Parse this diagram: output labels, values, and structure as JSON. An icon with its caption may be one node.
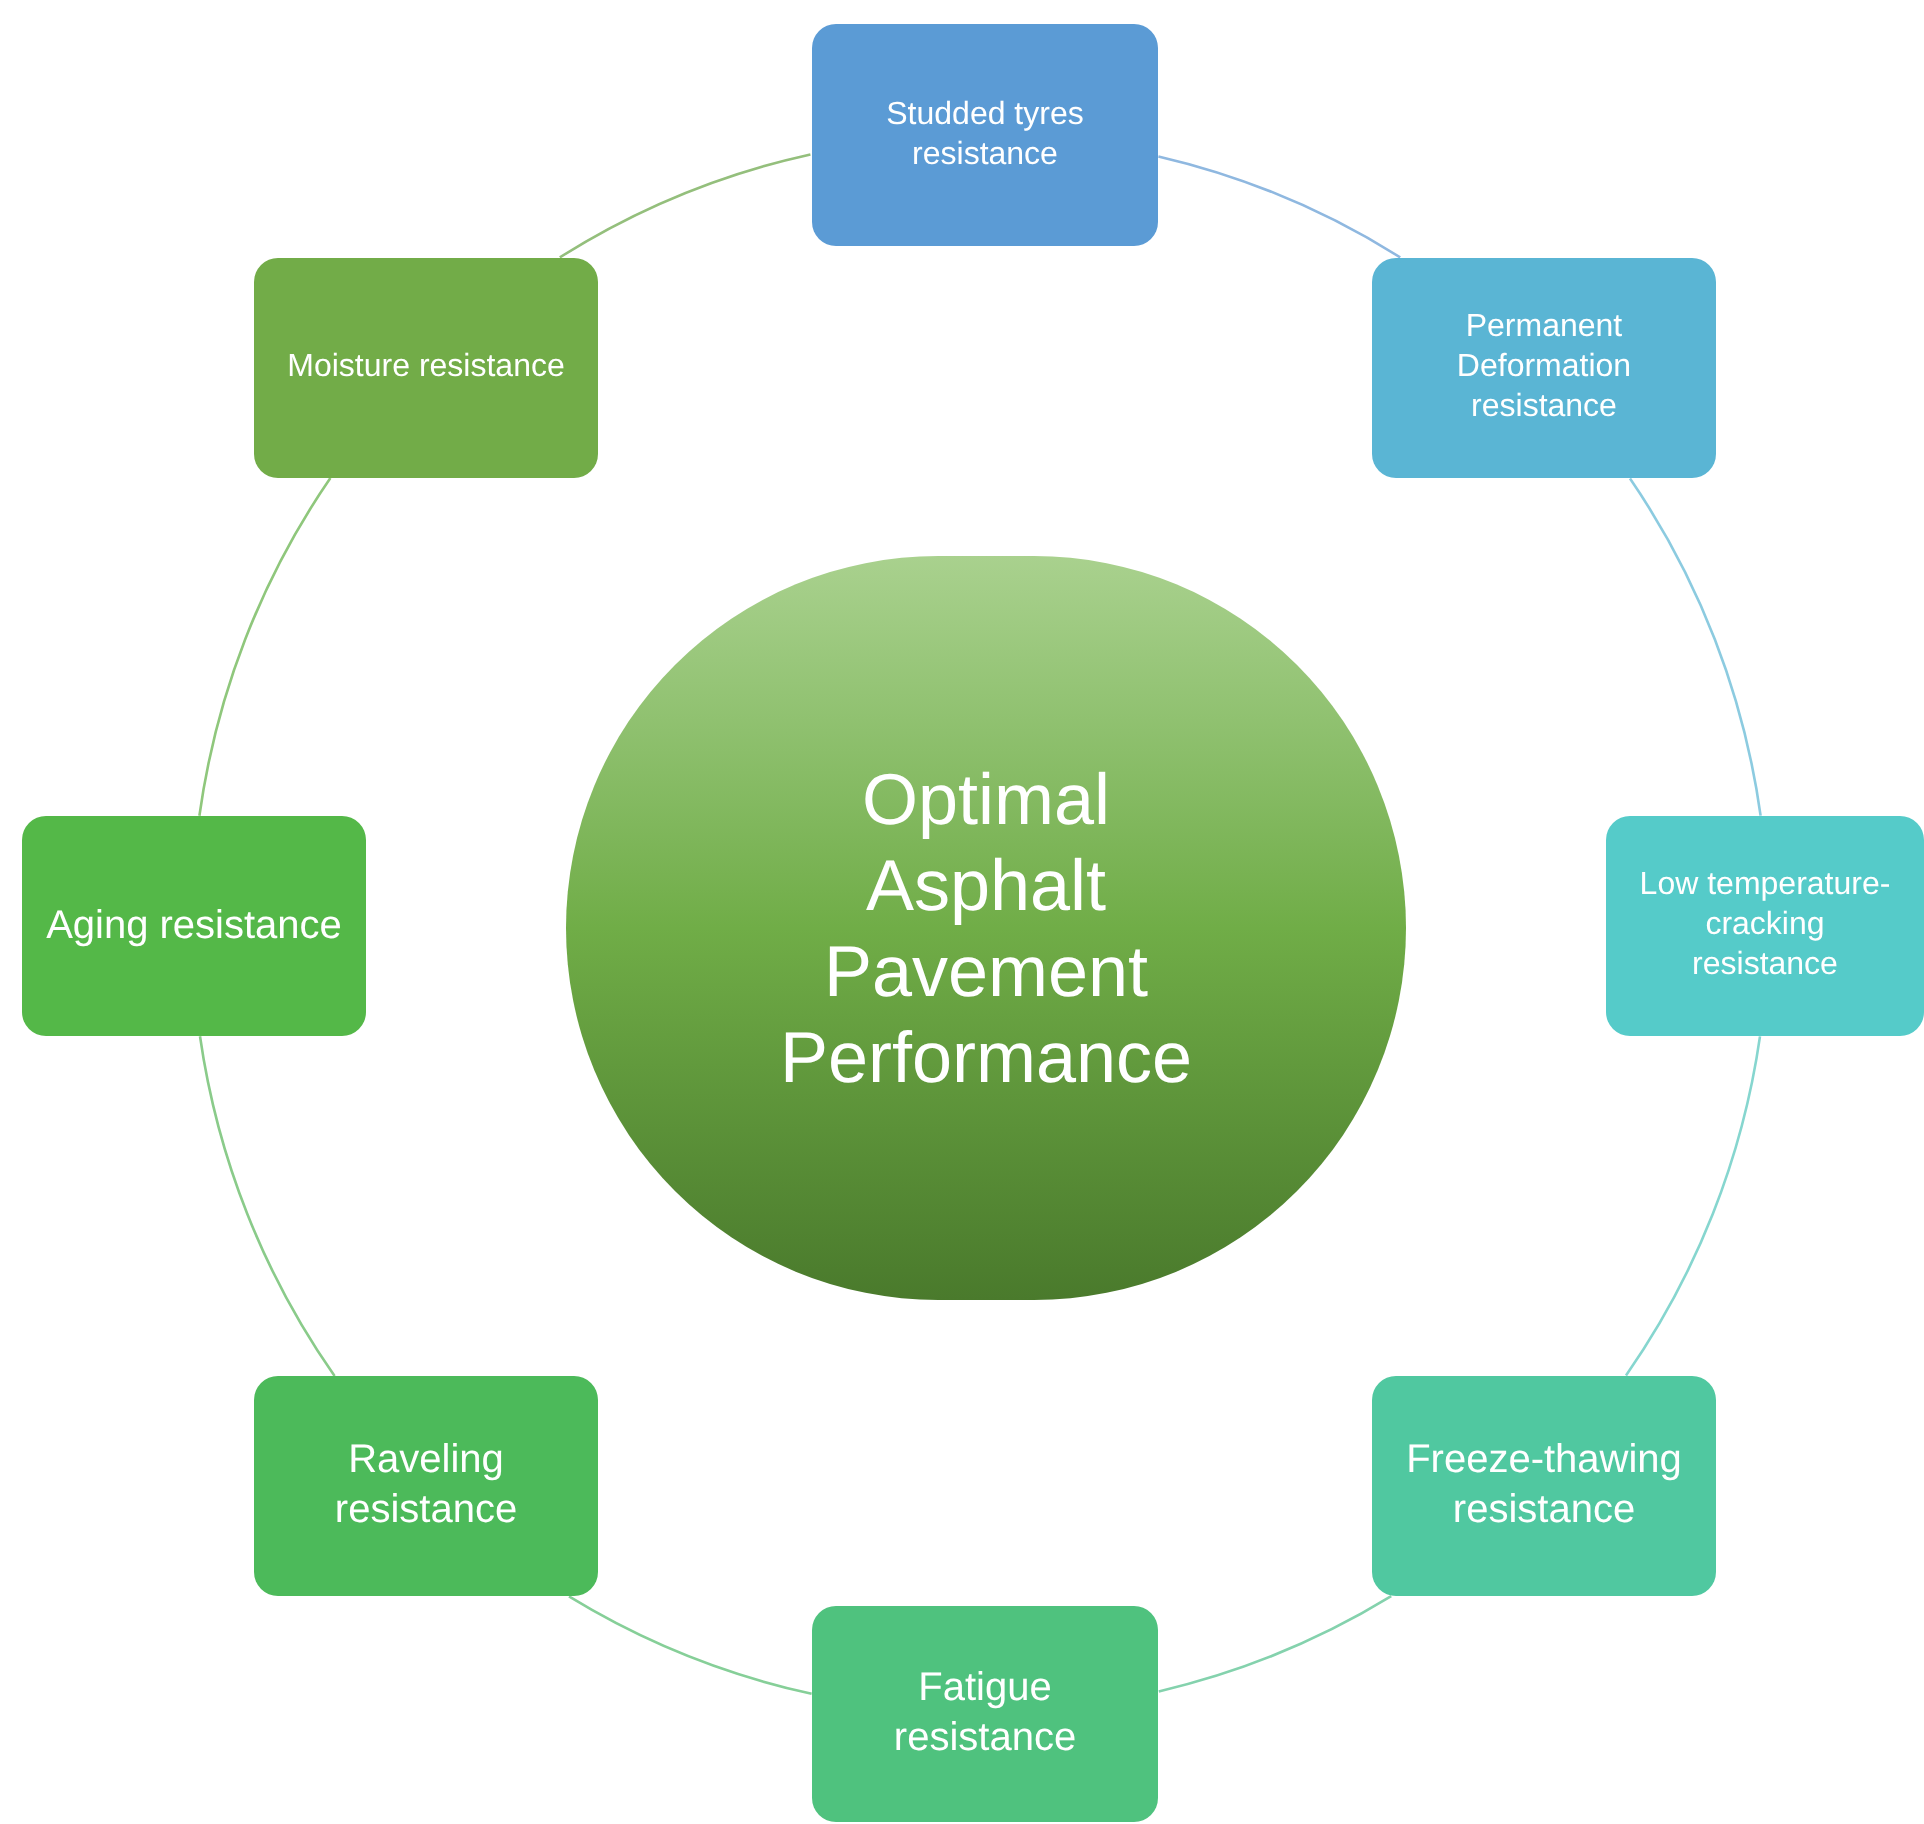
{
  "diagram": {
    "nodes": [
      {
        "text": [
          "Optimal Asphalt Pavement Performance"
        ]
      },
      {
        "text": [
          "Studded tyres resistance"
        ]
      },
      {
        "text": [
          "Permanent Deformation resistance"
        ]
      },
      {
        "text": [
          "Low temperature-cracking resistance"
        ]
      },
      {
        "text": [
          "Freeze-thawing resistance"
        ]
      },
      {
        "text": [
          "Fatigue resistance"
        ]
      },
      {
        "text": [
          "Raveling resistance"
        ]
      },
      {
        "text": [
          "Aging resistance"
        ]
      },
      {
        "text": [
          "Moisture resistance"
        ]
      }
    ],
    "edges": [
      {
        "from": 1,
        "to": 2,
        "arrow": "none",
        "color": "#8fb8e0"
      },
      {
        "from": 2,
        "to": 3,
        "arrow": "none",
        "color": "#8ccbe0"
      },
      {
        "from": 3,
        "to": 4,
        "arrow": "none",
        "color": "#86d6cf"
      },
      {
        "from": 4,
        "to": 5,
        "arrow": "none",
        "color": "#84d2ad"
      },
      {
        "from": 5,
        "to": 6,
        "arrow": "none",
        "color": "#86cf98"
      },
      {
        "from": 6,
        "to": 7,
        "arrow": "none",
        "color": "#8acb8a"
      },
      {
        "from": 7,
        "to": 8,
        "arrow": "none",
        "color": "#8fc77c"
      },
      {
        "from": 8,
        "to": 1,
        "arrow": "none",
        "color": "#94bf7c"
      }
    ]
  }
}
